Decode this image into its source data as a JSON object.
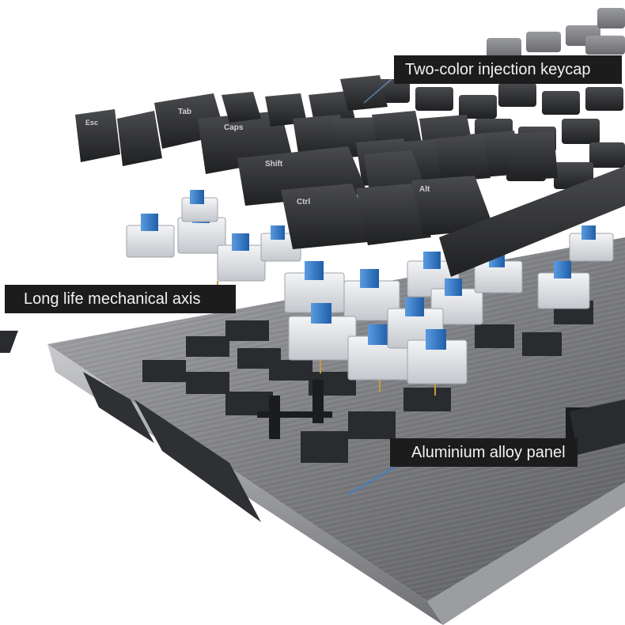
{
  "callouts": {
    "keycap": "Two-color injection keycap",
    "switch": "Long life mechanical axis",
    "panel": "Aluminium alloy panel"
  },
  "keycap_legends": [
    "Esc",
    "Tab",
    "Caps",
    "Shift",
    "Ctrl",
    "Alt"
  ],
  "colors": {
    "callout_bg": "#1c1c1c",
    "callout_text": "#f2f2f2",
    "switch_stem": "#2f78c4",
    "keycap": "#2b2c2e",
    "panel": "#8a8b8e"
  }
}
